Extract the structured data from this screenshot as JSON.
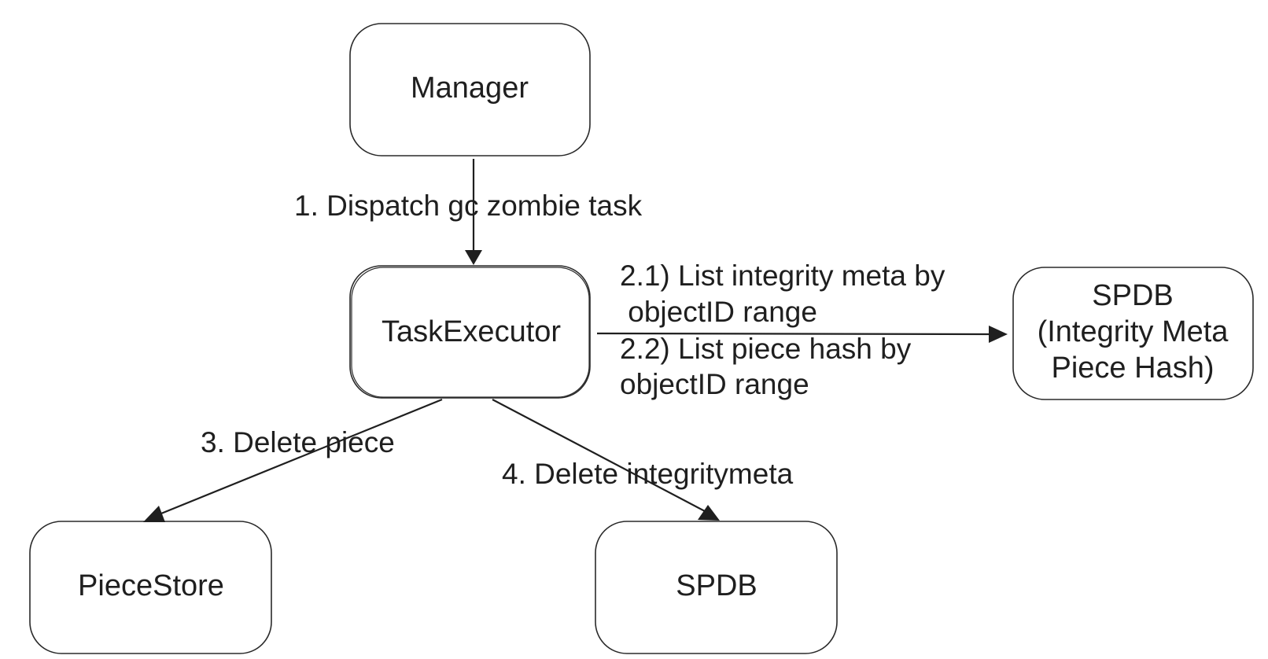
{
  "nodes": {
    "manager": {
      "label": "Manager"
    },
    "task_executor": {
      "label": "TaskExecutor"
    },
    "spdb_meta": {
      "lines": [
        "SPDB",
        "(Integrity Meta",
        "Piece Hash)"
      ]
    },
    "piece_store": {
      "label": "PieceStore"
    },
    "spdb": {
      "label": "SPDB"
    }
  },
  "edges": {
    "dispatch": {
      "label": "1. Dispatch gc zombie task"
    },
    "list": {
      "lines": [
        "2.1) List integrity meta by",
        " objectID range",
        "2.2) List piece hash by",
        "objectID range"
      ]
    },
    "delete_piece": {
      "label": "3. Delete piece"
    },
    "delete_meta": {
      "label": "4. Delete integritymeta"
    }
  }
}
